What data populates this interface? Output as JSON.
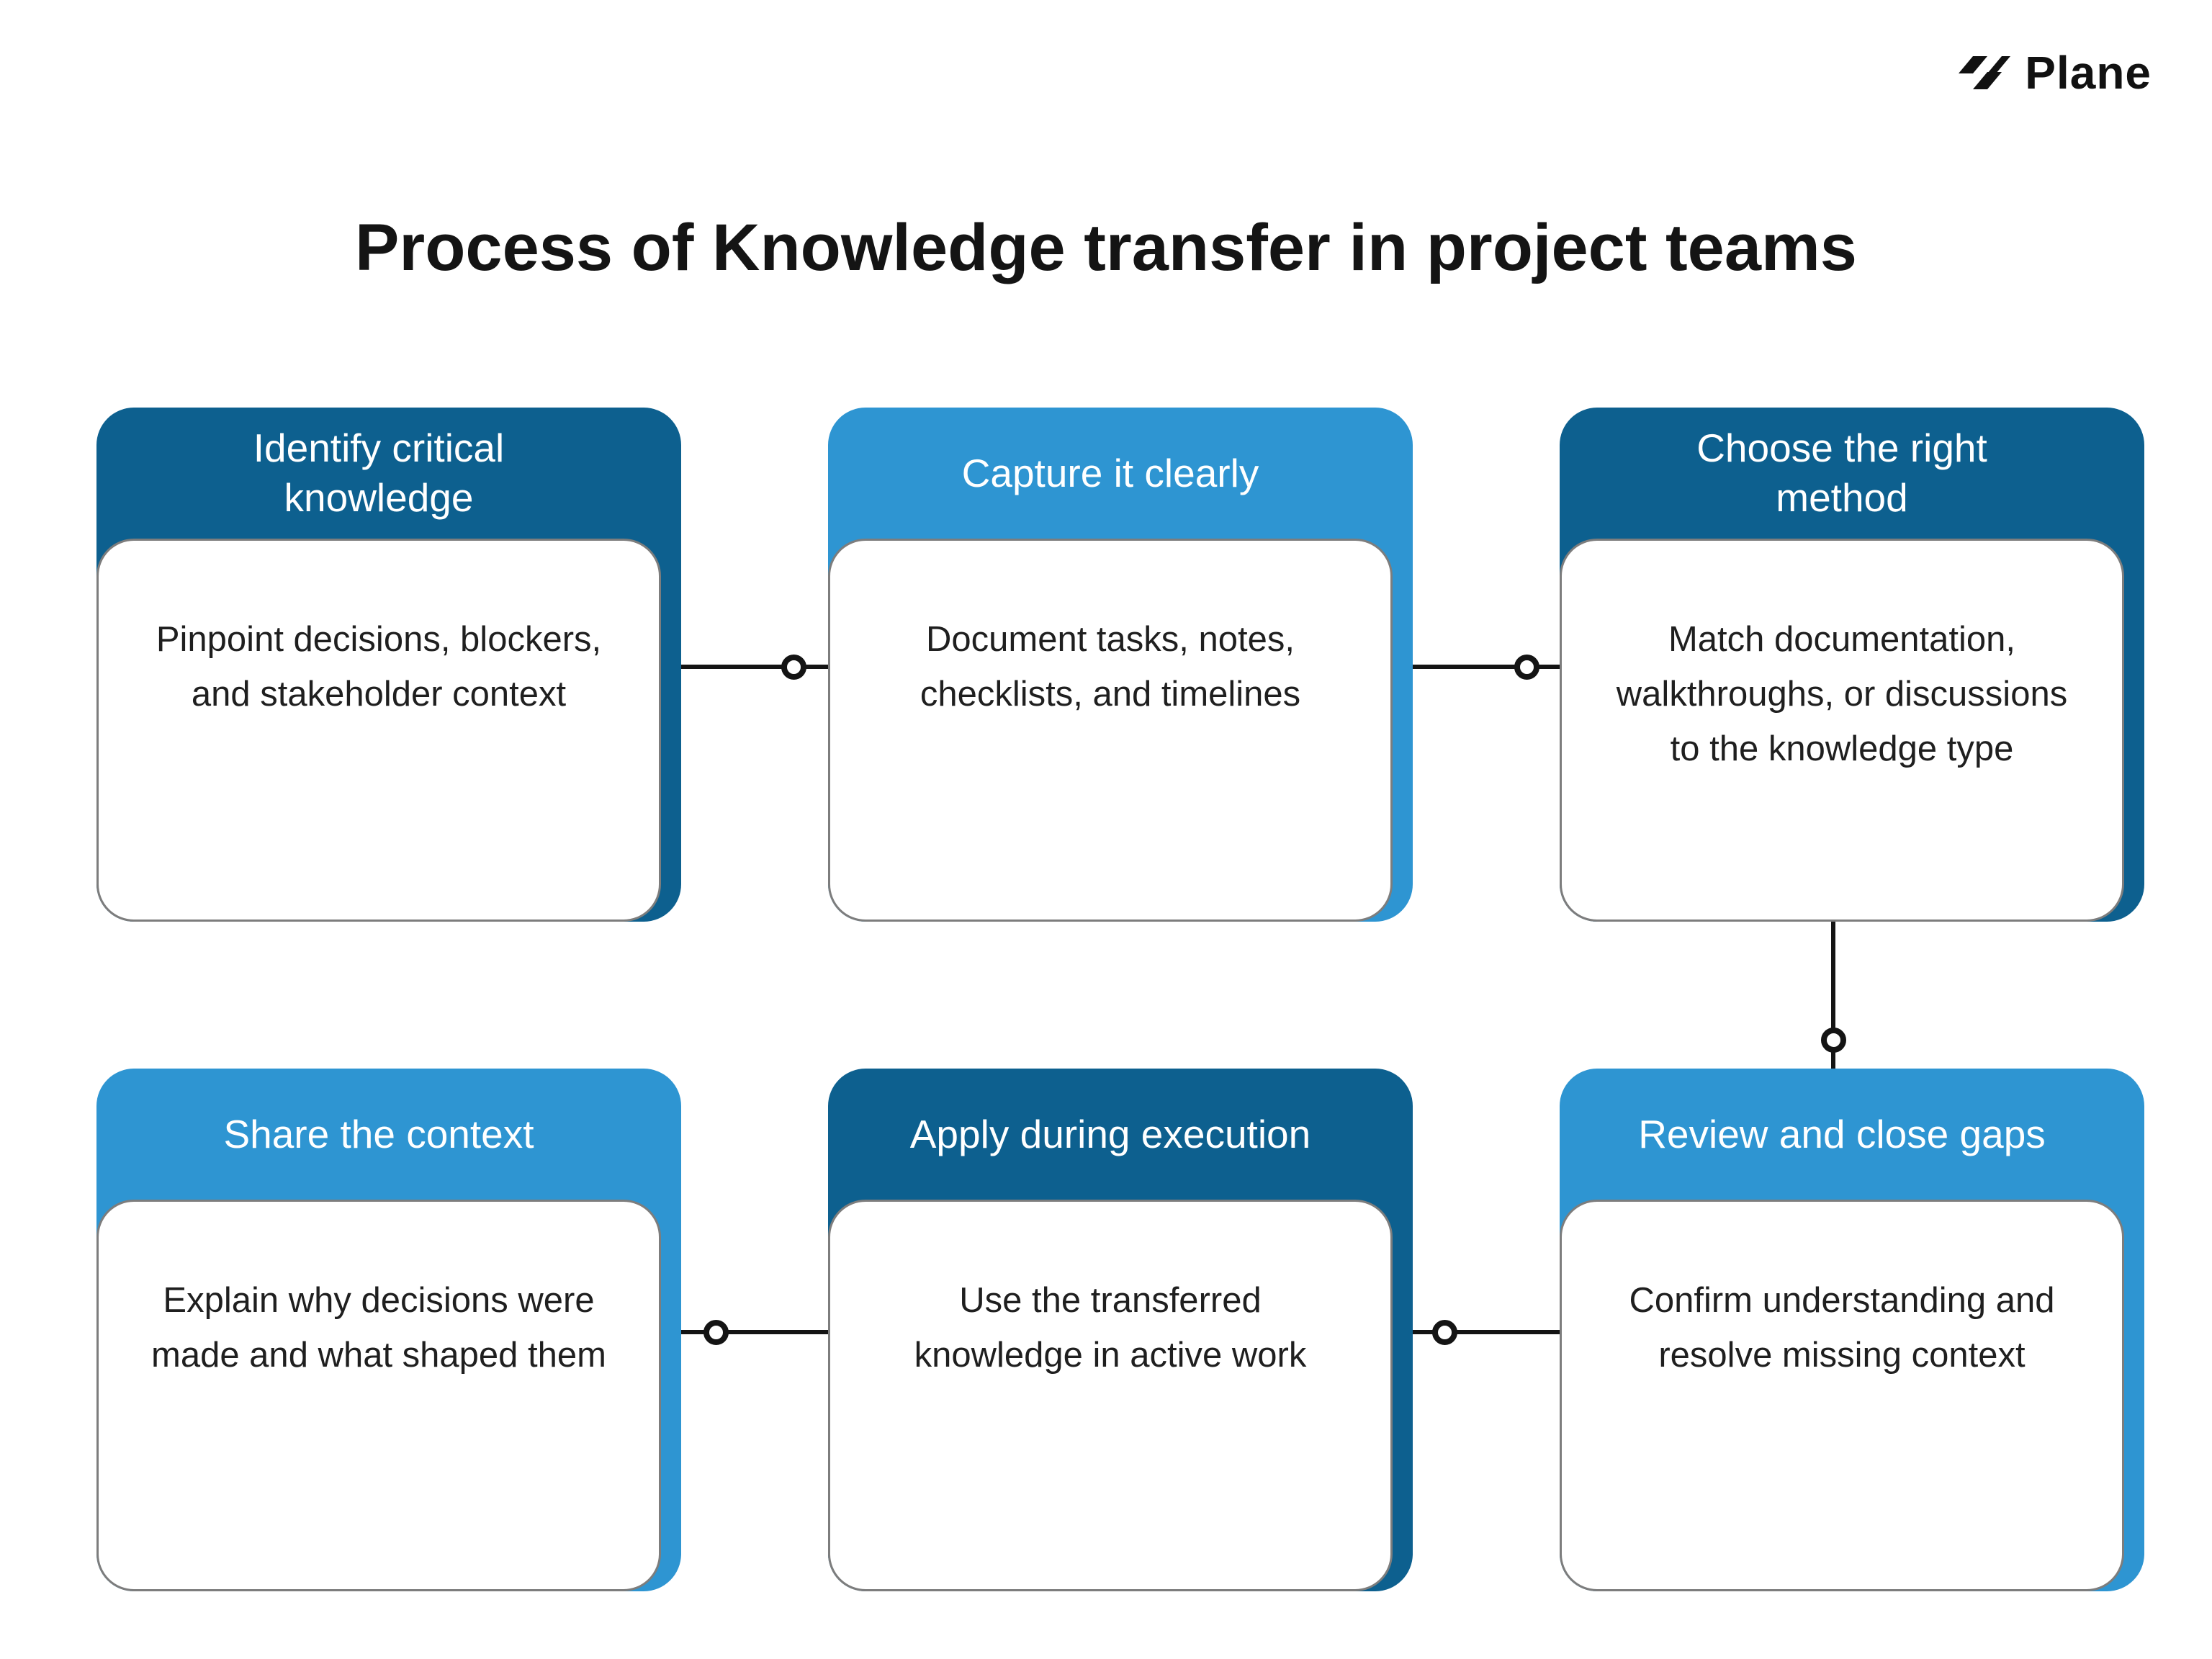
{
  "title": "Process of Knowledge transfer in project teams",
  "brand": {
    "name": "Plane"
  },
  "colors": {
    "dark_blue": "#0d608f",
    "light_blue": "#2e95d2",
    "header_text": "#ffffff",
    "body_text": "#1f1f1f",
    "connector": "#141414",
    "background": "#ffffff"
  },
  "cards": [
    {
      "title": "Identify critical knowledge",
      "body": "Pinpoint decisions, blockers, and stakeholder context",
      "tone": "dark"
    },
    {
      "title": "Capture it clearly",
      "body": "Document tasks, notes, checklists, and timelines",
      "tone": "light"
    },
    {
      "title": "Choose the right method",
      "body": "Match documentation, walkthroughs, or discussions to the knowledge type",
      "tone": "dark"
    },
    {
      "title": "Share the context",
      "body": "Explain why decisions were made and what shaped them",
      "tone": "light"
    },
    {
      "title": "Apply during execution",
      "body": "Use the transferred knowledge in active work",
      "tone": "dark"
    },
    {
      "title": "Review and close gaps",
      "body": "Confirm understanding and resolve missing context",
      "tone": "light"
    }
  ],
  "connectors": [
    {
      "from": "Identify critical knowledge",
      "to": "Capture it clearly",
      "direction": "horizontal"
    },
    {
      "from": "Capture it clearly",
      "to": "Choose the right method",
      "direction": "horizontal"
    },
    {
      "from": "Choose the right method",
      "to": "Review and close gaps",
      "direction": "vertical"
    },
    {
      "from": "Share the context",
      "to": "Apply during execution",
      "direction": "horizontal"
    },
    {
      "from": "Apply during execution",
      "to": "Review and close gaps",
      "direction": "horizontal"
    }
  ]
}
